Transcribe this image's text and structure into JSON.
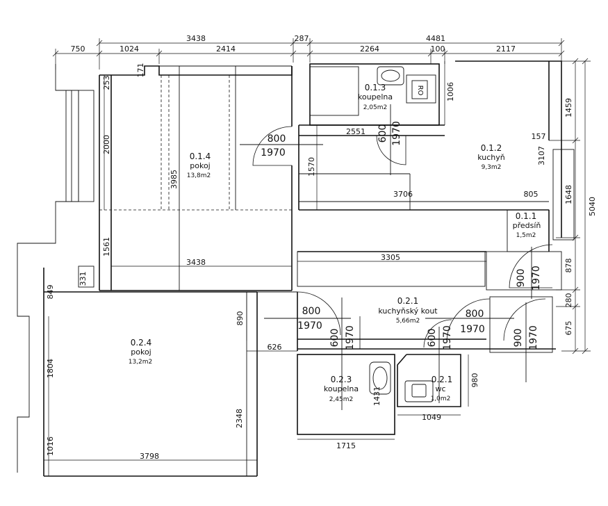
{
  "rooms": [
    {
      "id": "0.1.4",
      "name": "pokoj",
      "area": "13,8m2"
    },
    {
      "id": "0.1.3",
      "name": "koupelna",
      "area": "2,05m2"
    },
    {
      "id": "0.1.2",
      "name": "kuchyň",
      "area": "9,3m2"
    },
    {
      "id": "0.1.1",
      "name": "předsíň",
      "area": "1,5m2"
    },
    {
      "id": "0.2.1",
      "name": "kuchyňský kout",
      "area": "5,66m2"
    },
    {
      "id": "0.2.4",
      "name": "pokoj",
      "area": "13,2m2"
    },
    {
      "id": "0.2.3",
      "name": "koupelna",
      "area": "2,45m2"
    },
    {
      "id": "0.2.1",
      "name": "wc",
      "area": "1,0m2"
    }
  ],
  "dimensions": {
    "top_3438": "3438",
    "top_287": "287",
    "top_4481": "4481",
    "top_750": "750",
    "top_1024": "1024",
    "top_2414": "2414",
    "top_2264": "2264",
    "top_100": "100",
    "top_2117": "2117",
    "d_171": "171",
    "d_253": "253",
    "d_2000": "2000",
    "d_3985": "3985",
    "d_1561": "1561",
    "d_3438_mid": "3438",
    "d_331": "331",
    "d_849": "849",
    "d_1006": "1006",
    "d_2551": "2551",
    "d_1570": "1570",
    "d_3706": "3706",
    "d_805": "805",
    "d_157": "157",
    "d_3107": "3107",
    "d_1459": "1459",
    "d_1648": "1648",
    "d_5040": "5040",
    "d_878": "878",
    "d_280": "280",
    "d_675": "675",
    "d_3305": "3305",
    "d_890": "890",
    "d_626": "626",
    "d_1804": "1804",
    "d_2348": "2348",
    "d_1016": "1016",
    "d_3798": "3798",
    "d_1431": "1431",
    "d_1715": "1715",
    "d_980": "980",
    "d_1049": "1049"
  },
  "doors": {
    "d1_w": "800",
    "d1_h": "1970",
    "d2_w": "600",
    "d2_h": "1970",
    "d3_w": "900",
    "d3_h": "1970",
    "d4_w": "800",
    "d4_h": "1970",
    "d5_w": "600",
    "d5_h": "1970",
    "d6_w": "800",
    "d6_h": "1970",
    "d7_w": "600",
    "d7_h": "1970",
    "d8_w": "900",
    "d8_h": "1970"
  }
}
